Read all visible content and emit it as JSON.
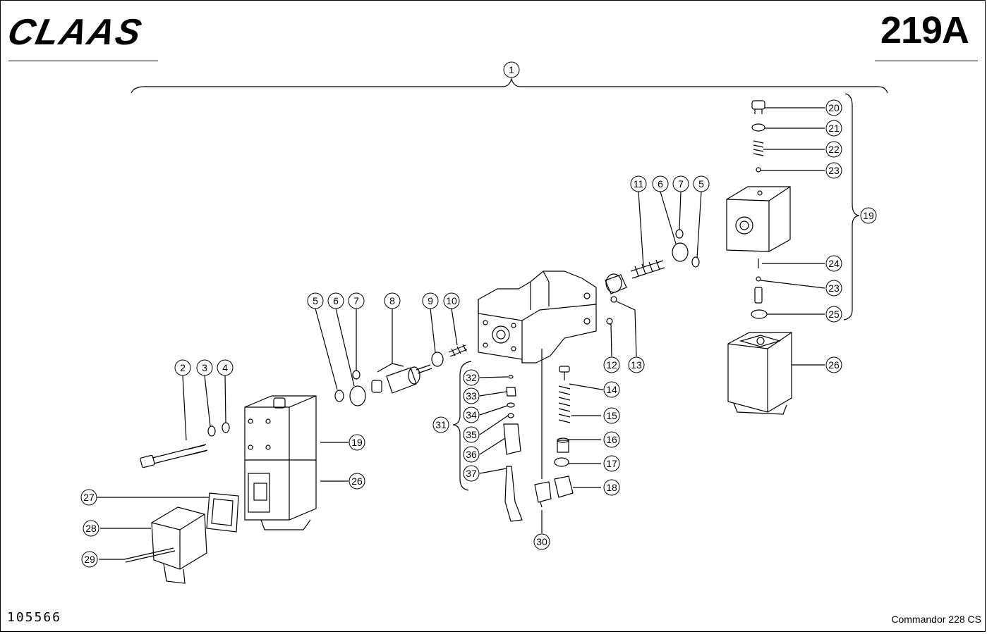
{
  "header": {
    "brand": "CLAAS",
    "page_number": "219A"
  },
  "footer": {
    "doc_number": "105566",
    "model": "Commandor 228 CS"
  },
  "callouts": [
    "1",
    "2",
    "3",
    "4",
    "5",
    "6",
    "7",
    "5",
    "6",
    "7",
    "8",
    "9",
    "10",
    "11",
    "12",
    "13",
    "14",
    "15",
    "16",
    "17",
    "18",
    "19",
    "20",
    "21",
    "22",
    "23",
    "19",
    "24",
    "23",
    "25",
    "26",
    "26",
    "27",
    "28",
    "29",
    "30",
    "31",
    "32",
    "33",
    "34",
    "35",
    "36",
    "37"
  ]
}
